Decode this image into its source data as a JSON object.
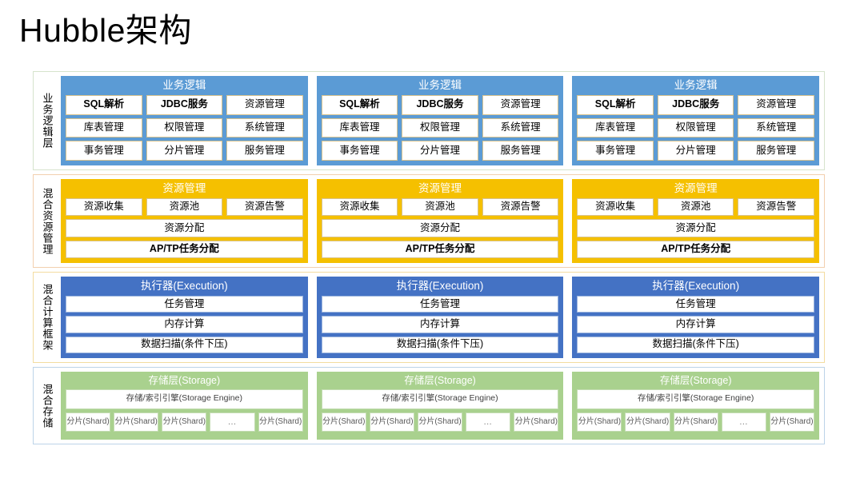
{
  "title": "Hubble架构",
  "diagram": {
    "layers": [
      {
        "id": "business-logic",
        "side_label": "业务逻辑层",
        "panel_title": "业务逻辑",
        "accent": "#5B9BD5",
        "rows": [
          [
            {
              "label": "SQL解析",
              "bold": true
            },
            {
              "label": "JDBC服务",
              "bold": true
            },
            {
              "label": "资源管理",
              "bold": false
            }
          ],
          [
            {
              "label": "库表管理",
              "bold": false
            },
            {
              "label": "权限管理",
              "bold": false
            },
            {
              "label": "系统管理",
              "bold": false
            }
          ],
          [
            {
              "label": "事务管理",
              "bold": false
            },
            {
              "label": "分片管理",
              "bold": false
            },
            {
              "label": "服务管理",
              "bold": false
            }
          ]
        ]
      },
      {
        "id": "hybrid-resource-management",
        "side_label": "混合资源管理",
        "panel_title": "资源管理",
        "accent": "#F5C000",
        "rows": [
          [
            {
              "label": "资源收集",
              "bold": false
            },
            {
              "label": "资源池",
              "bold": false
            },
            {
              "label": "资源告警",
              "bold": false
            }
          ],
          [
            {
              "label": "资源分配",
              "bold": false
            }
          ],
          [
            {
              "label": "AP/TP任务分配",
              "bold": true
            }
          ]
        ]
      },
      {
        "id": "hybrid-compute-framework",
        "side_label": "混合计算框架",
        "panel_title": "执行器(Execution)",
        "accent": "#4472C4",
        "rows": [
          [
            {
              "label": "任务管理",
              "bold": false
            }
          ],
          [
            {
              "label": "内存计算",
              "bold": false
            }
          ],
          [
            {
              "label": "数据扫描(条件下压)",
              "bold": false
            }
          ]
        ]
      },
      {
        "id": "hybrid-storage",
        "side_label": "混合存储",
        "panel_title": "存储层(Storage)",
        "accent": "#A9D18E",
        "rows": [
          [
            {
              "label": "存储/索引引擎(Storage Engine)",
              "bold": false
            }
          ],
          [
            {
              "label": "分片(Shard)",
              "bold": false
            },
            {
              "label": "分片(Shard)",
              "bold": false
            },
            {
              "label": "分片(Shard)",
              "bold": false
            },
            {
              "label": "…",
              "bold": false
            },
            {
              "label": "分片(Shard)",
              "bold": false
            }
          ]
        ]
      }
    ],
    "column_count": 3
  }
}
